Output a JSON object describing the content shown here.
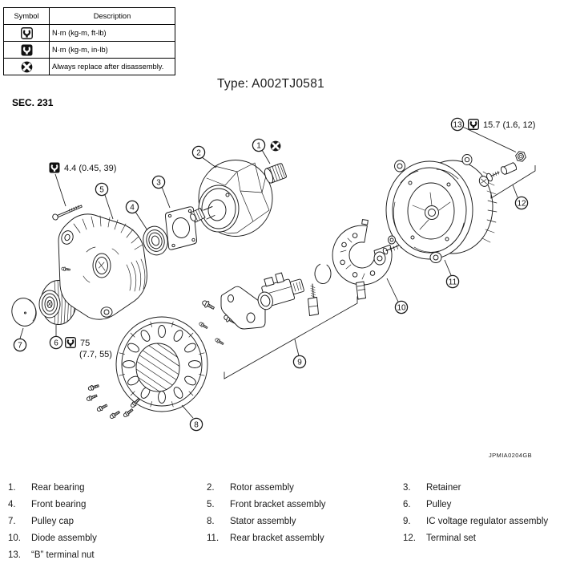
{
  "legend": {
    "headers": [
      "Symbol",
      "Description"
    ],
    "rows": [
      {
        "icon": "torque-ftlb",
        "description": "N·m (kg-m, ft-lb)"
      },
      {
        "icon": "torque-inlb",
        "description": "N·m (kg-m, in-lb)"
      },
      {
        "icon": "replace",
        "description": "Always replace after disassembly."
      }
    ]
  },
  "type_label": "Type: A002TJ0581",
  "section_label": "SEC. 231",
  "figure_code": "JPMIA0204GB",
  "torque_annotations": [
    {
      "value": "4.4 (0.45, 39)",
      "unit": "in-lb"
    },
    {
      "value": "15.7 (1.6, 12)",
      "unit": "ft-lb",
      "callout": "13"
    },
    {
      "value": "75",
      "value_line2": "(7.7, 55)",
      "unit": "ft-lb",
      "callout": "6"
    }
  ],
  "parts": [
    {
      "id": "1",
      "label": "1.",
      "name": "Rear bearing"
    },
    {
      "id": "2",
      "label": "2.",
      "name": "Rotor assembly"
    },
    {
      "id": "3",
      "label": "3.",
      "name": "Retainer"
    },
    {
      "id": "4",
      "label": "4.",
      "name": "Front bearing"
    },
    {
      "id": "5",
      "label": "5.",
      "name": "Front bracket assembly"
    },
    {
      "id": "6",
      "label": "6.",
      "name": "Pulley"
    },
    {
      "id": "7",
      "label": "7.",
      "name": "Pulley cap"
    },
    {
      "id": "8",
      "label": "8.",
      "name": "Stator assembly"
    },
    {
      "id": "9",
      "label": "9.",
      "name": "IC voltage regulator assembly"
    },
    {
      "id": "10",
      "label": "10.",
      "name": "Diode assembly"
    },
    {
      "id": "11",
      "label": "11.",
      "name": "Rear bracket assembly"
    },
    {
      "id": "12",
      "label": "12.",
      "name": "Terminal set"
    },
    {
      "id": "13",
      "label": "13.",
      "name": "“B” terminal nut"
    }
  ]
}
